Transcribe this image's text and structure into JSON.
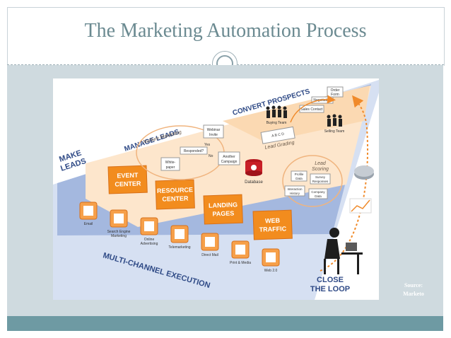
{
  "slide": {
    "title": "The Marketing Automation Process",
    "source_label": "Source:",
    "source_name": "Marketo"
  },
  "diagram": {
    "stages": {
      "make_leads": [
        "MAKE",
        "LEADS"
      ],
      "manage_leads": "MANAGE LEADS",
      "convert_prospects": "CONVERT PROSPECTS",
      "close_the_loop": [
        "CLOSE",
        "THE LOOP"
      ],
      "multi_channel": "MULTI-CHANNEL EXECUTION"
    },
    "orange_boxes": [
      [
        "EVENT",
        "CENTER"
      ],
      [
        "RESOURCE",
        "CENTER"
      ],
      [
        "LANDING",
        "PAGES"
      ],
      [
        "WEB",
        "TRAFFIC"
      ]
    ],
    "channels": [
      [
        "Email"
      ],
      [
        "Search Engine",
        "Marketing"
      ],
      [
        "Online",
        "Advertising"
      ],
      [
        "Telemarketing"
      ],
      [
        "Direct Mail"
      ],
      [
        "Print & Media"
      ],
      [
        "Web 2.0"
      ]
    ],
    "nurture": {
      "label": "Nurture Marketing",
      "webinar_invite": [
        "Webinar",
        "Invite"
      ],
      "white_paper": [
        "White-",
        "paper"
      ],
      "another_campaign": [
        "Another",
        "Campaign"
      ],
      "responded": "Responded?",
      "yes": "Yes",
      "no": "No"
    },
    "database": "Database",
    "lead_grading": {
      "label": "Lead Grading",
      "grades": "A  B  C  D"
    },
    "lead_scoring": {
      "label": [
        "Lead",
        "Scoring"
      ],
      "items": [
        [
          "Profile",
          "Data"
        ],
        [
          "Survey",
          "Responses"
        ],
        [
          "Interaction",
          "History"
        ],
        [
          "Company",
          "Data"
        ]
      ]
    },
    "convert": {
      "buying_team": "Buying Team",
      "selling_team": "Selling Team",
      "sales_contact": "Sales Contact",
      "negotiation": "Negotiation",
      "order_form": [
        "Order",
        "Form"
      ]
    },
    "colors": {
      "orange": "#f28c1e",
      "peach_platform": "#fce7cf",
      "blue_platform": "#9eb3dc",
      "blue_text": "#2f4a86",
      "arrow": "#f08a2a"
    }
  }
}
